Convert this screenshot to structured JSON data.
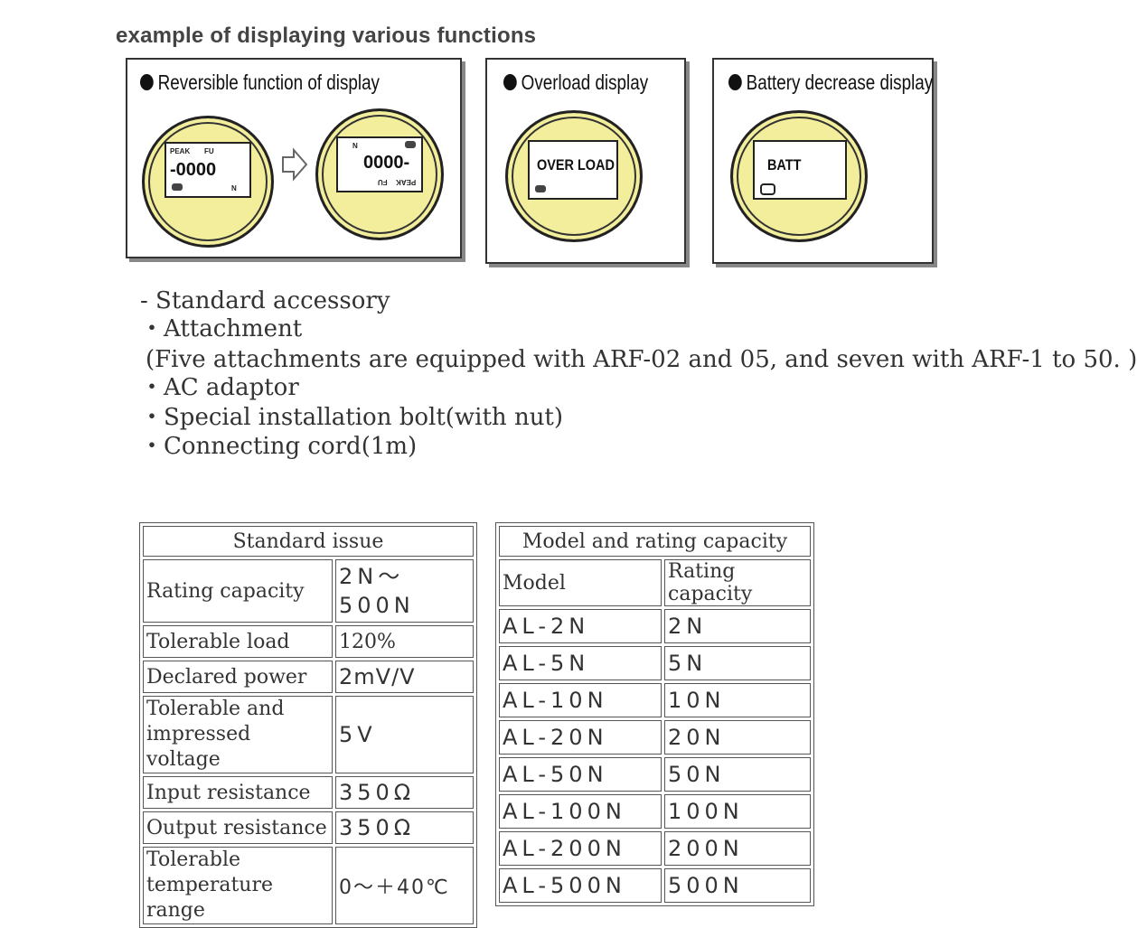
{
  "heading": "example of displaying various functions",
  "panels": {
    "reversible": {
      "title": "Reversible function of display",
      "left_display": {
        "label_peak": "PEAK",
        "label_fu": "FU",
        "value": "-0000",
        "unit": "N"
      },
      "right_display": {
        "unit": "N",
        "value": "0000-",
        "label_fu": "FU",
        "label_peak": "PEAK"
      }
    },
    "overload": {
      "title": "Overload display",
      "text": "OVER LOAD"
    },
    "battery": {
      "title": "Battery decrease display",
      "text": "BATT"
    }
  },
  "accessories": {
    "heading": "- Standard accessory",
    "items": [
      "・Attachment",
      "(Five attachments are equipped with ARF-02 and 05, and seven with ARF-1 to 50. )",
      "・AC adaptor",
      "・Special installation bolt(with nut)",
      "・Connecting cord(1m)"
    ]
  },
  "standard_issue": {
    "title": "Standard issue",
    "rows": [
      {
        "label": "Rating capacity",
        "value": "2N～500N"
      },
      {
        "label": "Tolerable load",
        "value": "120%"
      },
      {
        "label": "Declared power",
        "value": "2mV/V"
      },
      {
        "label": "Tolerable and impressed voltage",
        "value": "5V"
      },
      {
        "label": "Input resistance",
        "value": "350Ω"
      },
      {
        "label": "Output resistance",
        "value": "350Ω"
      },
      {
        "label": "Tolerable temperature range",
        "value": "0～＋40℃"
      }
    ]
  },
  "models": {
    "title": "Model and rating capacity",
    "columns": [
      "Model",
      "Rating capacity"
    ],
    "rows": [
      {
        "model": "AL-2N",
        "capacity": "2N"
      },
      {
        "model": "AL-5N",
        "capacity": "5N"
      },
      {
        "model": "AL-10N",
        "capacity": "10N"
      },
      {
        "model": "AL-20N",
        "capacity": "20N"
      },
      {
        "model": "AL-50N",
        "capacity": "50N"
      },
      {
        "model": "AL-100N",
        "capacity": "100N"
      },
      {
        "model": "AL-200N",
        "capacity": "200N"
      },
      {
        "model": "AL-500N",
        "capacity": "500N"
      }
    ]
  }
}
